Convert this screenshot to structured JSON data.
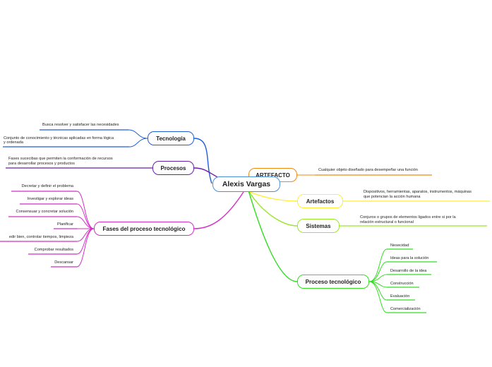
{
  "central": {
    "label": "Alexis Vargas"
  },
  "colors": {
    "tecnologia": "#1f5fd6",
    "procesos": "#6a1fa8",
    "fases": "#d42fc8",
    "artefacto": "#f08a10",
    "artefactos": "#ffee33",
    "sistemas": "#9be82a",
    "proceso": "#33dd22"
  },
  "branches": {
    "tecnologia": {
      "label": "Tecnología",
      "leaves": [
        "Busca resolver y satisfacer las necesidades",
        "Conjunto de conocimiento y técnicas aplicadas en forma lógica",
        "y ordenada"
      ]
    },
    "procesos": {
      "label": "Procesos",
      "leaves": [
        "Fases sucecibas que permiten la conformación de recursos",
        "para desarrollar procesos y productos"
      ]
    },
    "fases": {
      "label": "Fases del proceso tecnológico",
      "leaves": [
        "Decretar y definir el problema",
        "Investigar y explorar ideas",
        "Consensuar y concretar solución",
        "Planificar",
        "edir bien, controlar tiempos, limpieza",
        "Comprobar resultados",
        "Descansar"
      ]
    },
    "artefacto": {
      "label": "ARTEFACTO",
      "leaves": [
        "Cualquier objeto diseñado para desempeñar una función"
      ]
    },
    "artefactos": {
      "label": "Artefactos",
      "leaves": [
        "Dispositivos, herramientas, aparatos, instrumentos, máquinas",
        "que potencian la acción humana"
      ]
    },
    "sistemas": {
      "label": "Sistemas",
      "leaves": [
        "Conjuros o grupos de elementos ligados entre si por la",
        "relación estructural o funcional"
      ]
    },
    "proceso": {
      "label": "Proceso tecnológico",
      "leaves": [
        "Nesecidad",
        "Ideas para la solución",
        "Desarrollo de la idea",
        "Construcción",
        "Evaluación",
        "Comercialización"
      ]
    }
  }
}
